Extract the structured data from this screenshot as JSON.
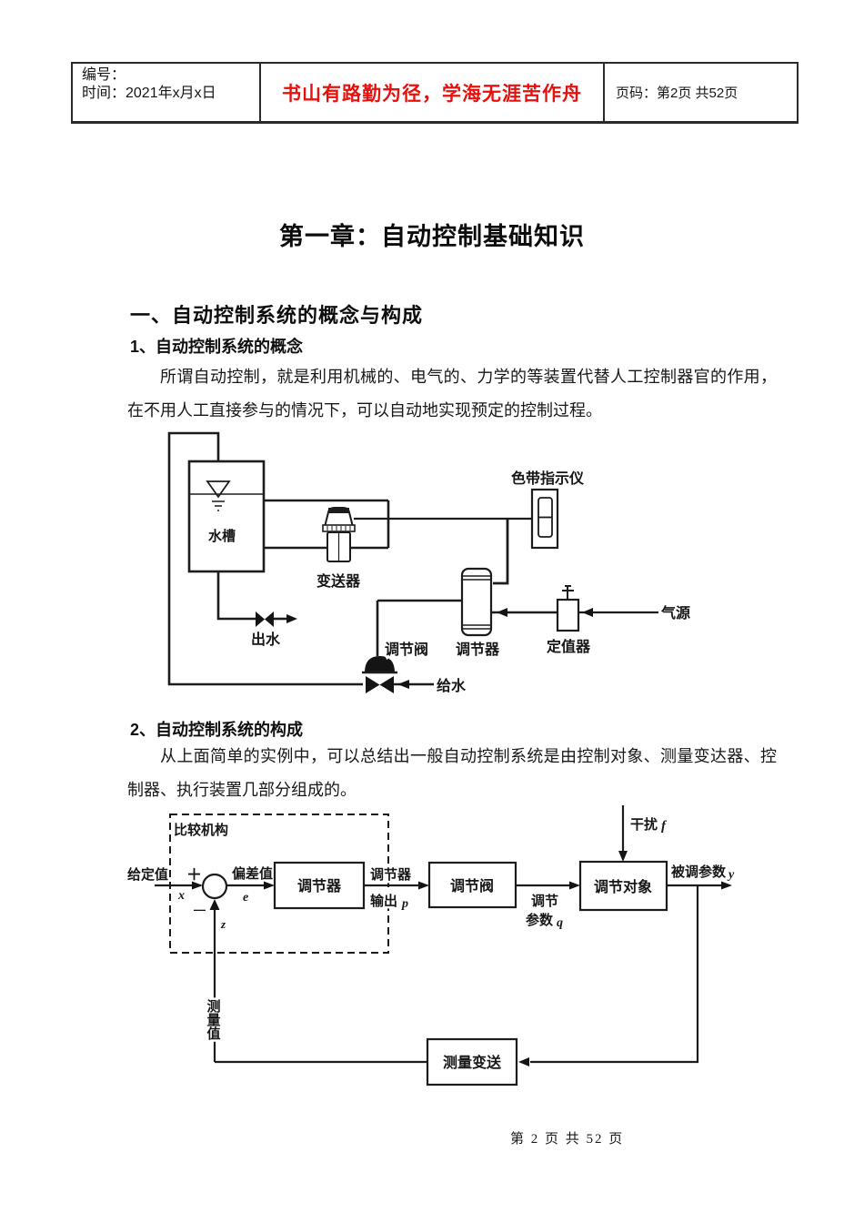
{
  "header": {
    "number_label": "编号：",
    "time_label": "时间：2021年x月x日",
    "motto": "书山有路勤为径，学海无涯苦作舟",
    "motto_color": "#e8100c",
    "page_label": "页码：第2页 共52页"
  },
  "title": "第一章：自动控制基础知识",
  "body": {
    "section_heading": "一、自动控制系统的概念与构成",
    "sub1_heading": "1、自动控制系统的概念",
    "para1": "所谓自动控制，就是利用机械的、电气的、力学的等装置代替人工控制器官的作用，在不用人工直接参与的情况下，可以自动地实现预定的控制过程。",
    "sub2_heading": "2、自动控制系统的构成",
    "para2": "从上面简单的实例中，可以总结出一般自动控制系统是由控制对象、测量变达器、控制器、执行装置几部分组成的。"
  },
  "diagram1": {
    "labels": {
      "tank": "水槽",
      "transmitter": "变送器",
      "indicator": "色带指示仪",
      "outlet": "出水",
      "control_valve": "调节阀",
      "regulator": "调节器",
      "setter": "定值器",
      "air_source": "气源",
      "feed_water": "给水"
    }
  },
  "diagram2": {
    "labels": {
      "comparator": "比较机构",
      "setpoint": "给定值",
      "plus": "＋",
      "minus": "—",
      "x": "x",
      "z": "z",
      "e": "e",
      "p": "p",
      "q": "q",
      "y": "y",
      "f": "f",
      "deviation": "偏差值",
      "regulator": "调节器",
      "regulator_out_1": "调节器",
      "regulator_out_2": "输出",
      "valve": "调节阀",
      "adjust_1": "调节",
      "adjust_2": "参数",
      "object": "调节对象",
      "disturbance": "干扰",
      "controlled_param": "被调参数",
      "measured_value": "测量值",
      "measure_transmit": "测量变送"
    }
  },
  "footer": {
    "page_text": "第 2 页 共 52 页"
  }
}
